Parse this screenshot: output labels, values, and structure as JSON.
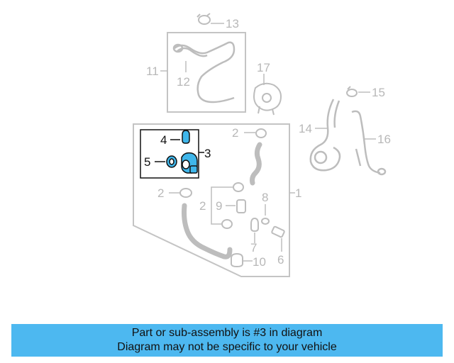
{
  "callouts": {
    "n1": "1",
    "n2a": "2",
    "n2b": "2",
    "n2c": "2",
    "n3": "3",
    "n4": "4",
    "n5": "5",
    "n6": "6",
    "n7": "7",
    "n8": "8",
    "n9": "9",
    "n10": "10",
    "n11": "11",
    "n12": "12",
    "n13": "13",
    "n14": "14",
    "n15": "15",
    "n16": "16",
    "n17": "17"
  },
  "highlighted_part": "3",
  "colors": {
    "highlight": "#3fb6ea",
    "banner": "#4db8f0",
    "faded": "#c4c4c4"
  },
  "banner": {
    "line1": "Part or sub-assembly is #3 in diagram",
    "line2": "Diagram may not be specific to your vehicle"
  }
}
